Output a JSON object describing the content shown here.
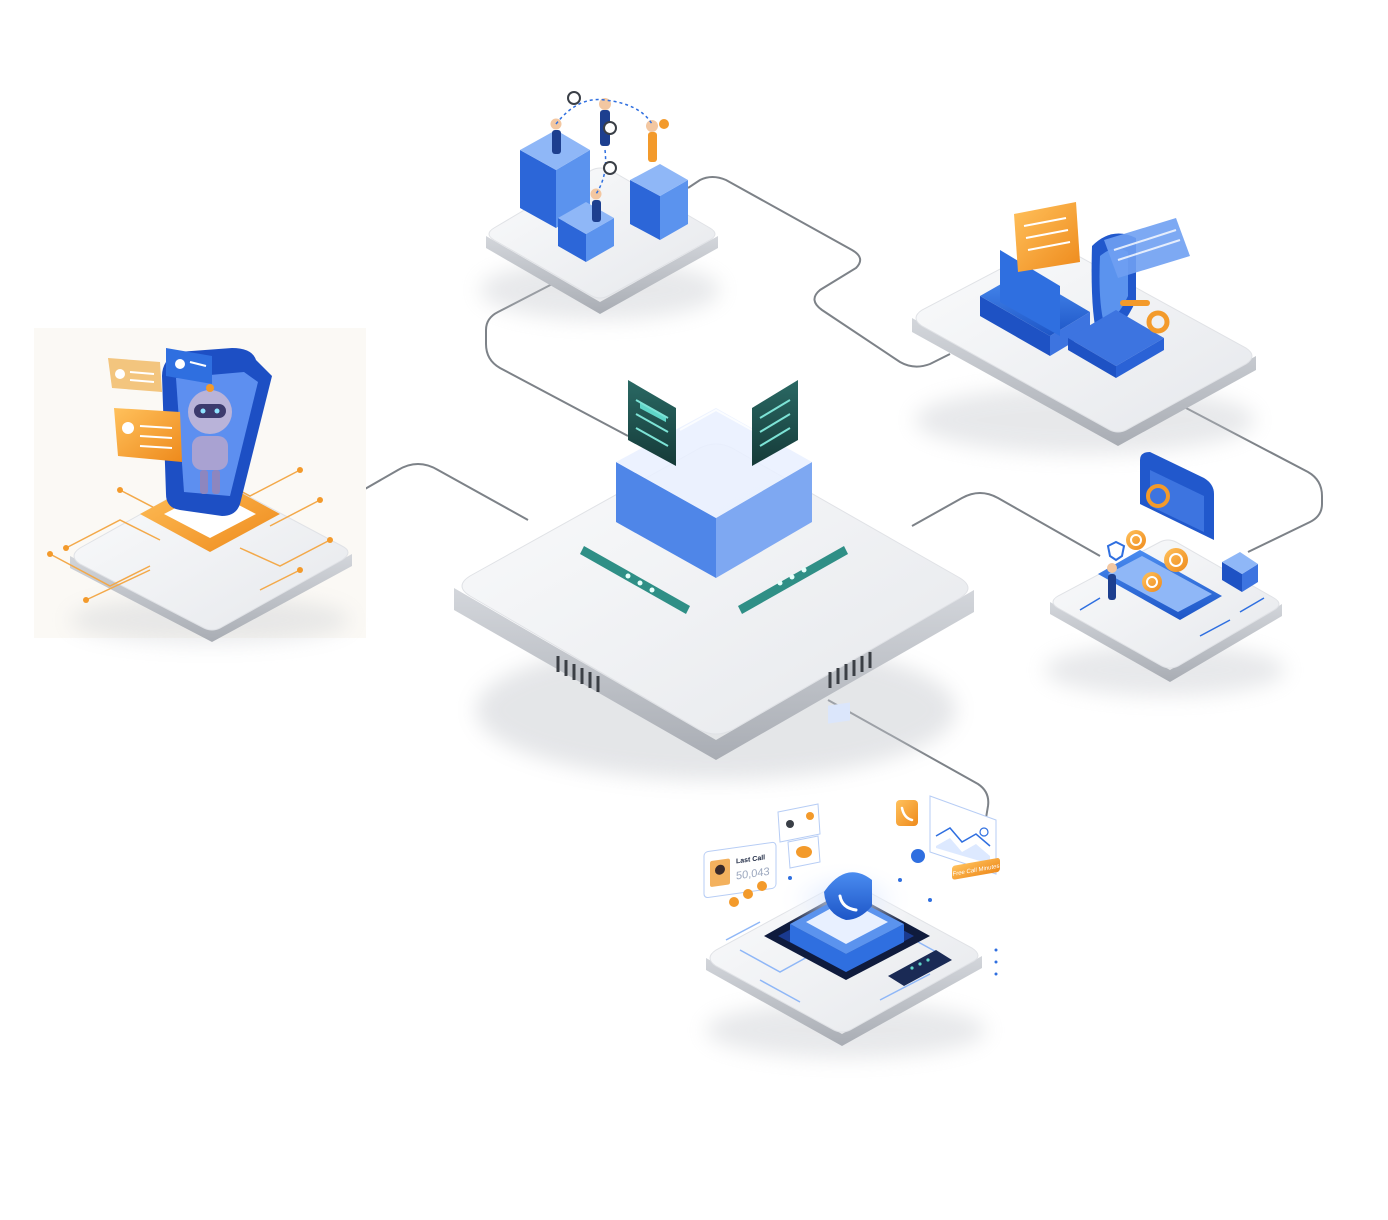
{
  "diagram": {
    "colors": {
      "background": "#ffffff",
      "connector": "#7d8288",
      "platform_top": "#f1f2f4",
      "platform_side": "#c9ccd1",
      "accent_blue": "#2f6fe0",
      "accent_orange": "#f39a2b",
      "accent_teal": "#2f8f86",
      "chip_dark": "#1f4d4a"
    },
    "nodes": [
      {
        "id": "central-hub",
        "icon": "server-hub-icon"
      },
      {
        "id": "team-collaboration",
        "icon": "team-network-icon"
      },
      {
        "id": "secure-messaging",
        "icon": "email-security-icon"
      },
      {
        "id": "ai-chatbot",
        "icon": "robot-phone-icon"
      },
      {
        "id": "payments",
        "icon": "wallet-coins-icon"
      },
      {
        "id": "call-center",
        "icon": "phone-headset-icon"
      }
    ],
    "call_widget": {
      "label": "Last Call",
      "value": "50,043",
      "cta": "Free Call Minutes"
    }
  }
}
